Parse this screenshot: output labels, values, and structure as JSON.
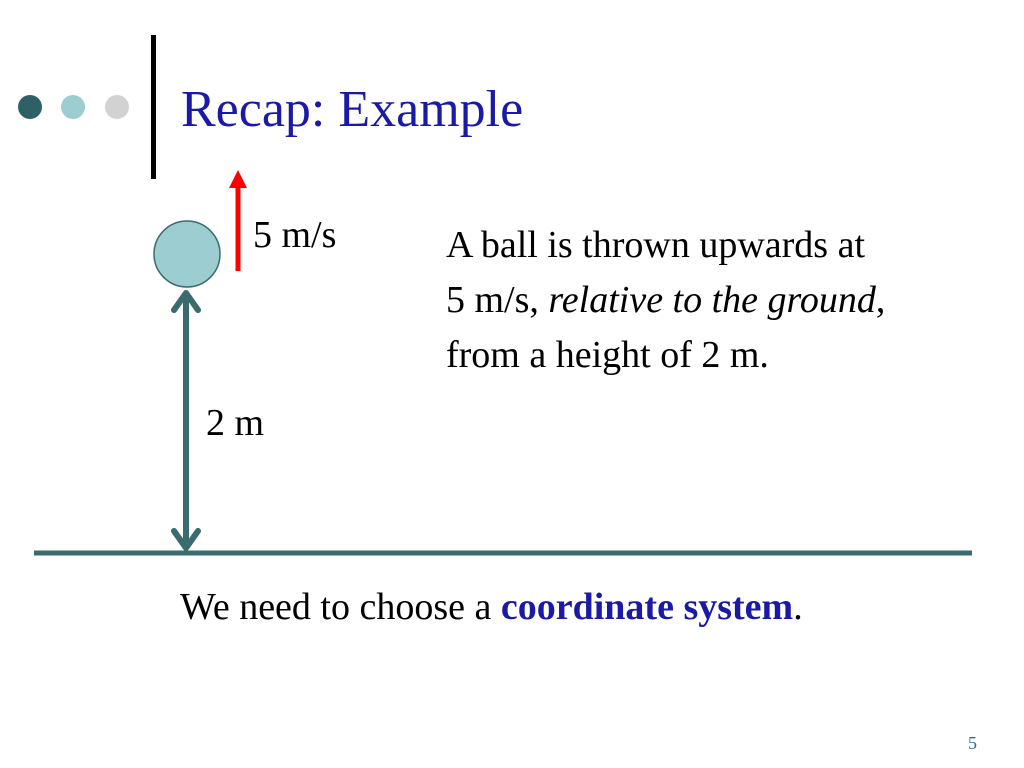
{
  "slide": {
    "title": "Recap: Example",
    "velocity_label": "5 m/s",
    "height_label": "2 m",
    "description": {
      "line1": "A ball is thrown upwards at",
      "line2_start": "5 m/s, ",
      "line2_italic": "relative to the ground",
      "line2_end": ",",
      "line3": "from a height of 2 m."
    },
    "conclusion": {
      "prefix": "We need to choose a ",
      "emphasis": "coordinate system",
      "suffix": "."
    },
    "page_number": "5"
  },
  "colors": {
    "title": "#1a1aa6",
    "dot_dark": "#2f6066",
    "dot_mid": "#9ccdd0",
    "dot_light": "#d2d2d2",
    "ball_fill": "#9ccdd0",
    "ground_and_arrow": "#3a6b6e",
    "velocity_arrow": "#ff0000"
  },
  "icons": {
    "decor_dots": [
      "dot-dark-icon",
      "dot-mid-icon",
      "dot-light-icon"
    ],
    "ball": "ball-icon",
    "velocity_arrow": "up-arrow-icon",
    "height_arrow": "double-arrow-icon"
  }
}
